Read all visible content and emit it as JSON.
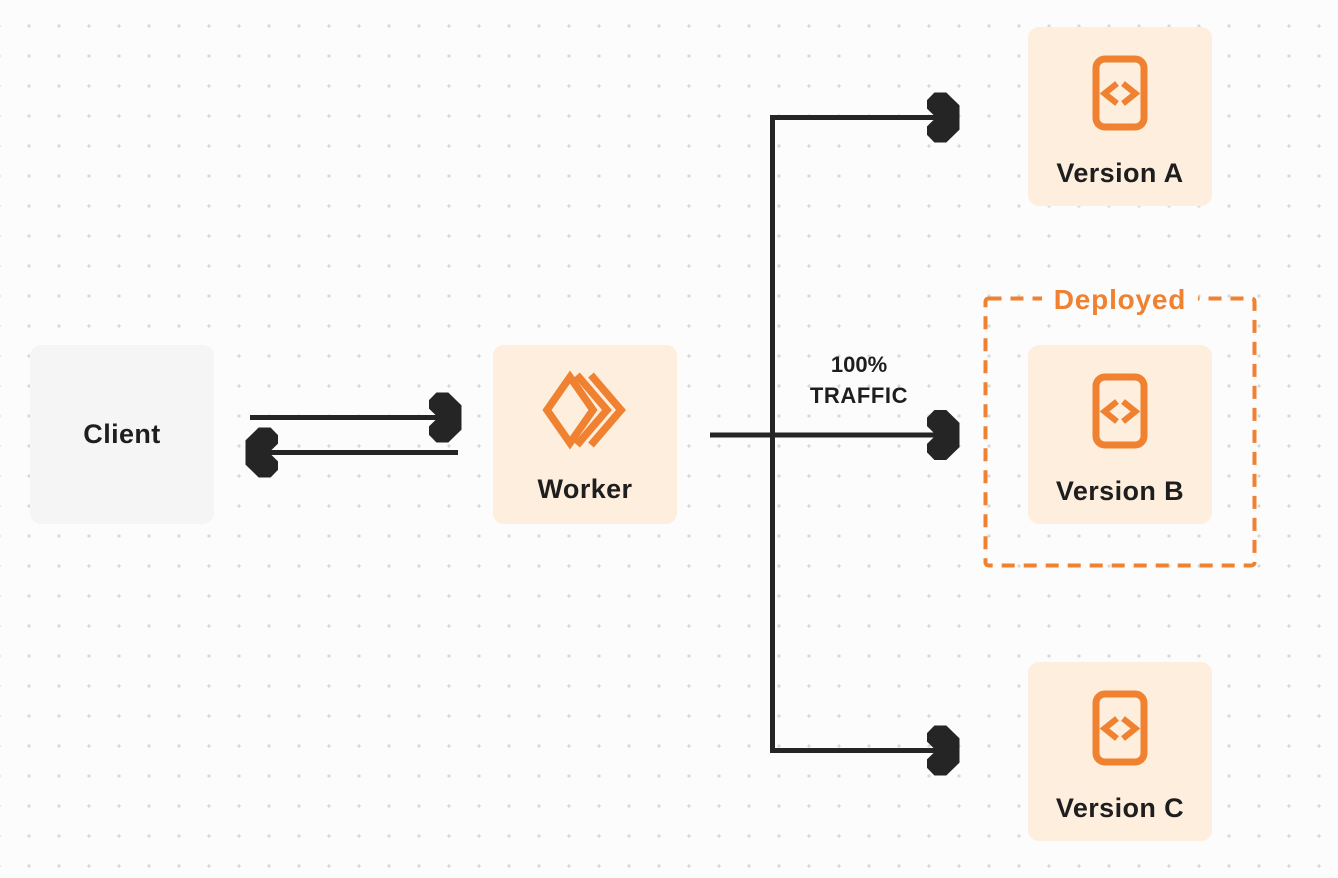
{
  "nodes": {
    "client": {
      "label": "Client"
    },
    "worker": {
      "label": "Worker"
    },
    "version_a": {
      "label": "Version A"
    },
    "version_b": {
      "label": "Version B"
    },
    "version_c": {
      "label": "Version C"
    }
  },
  "annotations": {
    "deployed_label": "Deployed",
    "traffic_line1": "100%",
    "traffic_line2": "TRAFFIC"
  },
  "icons": {
    "worker": "cloudflare-workers-logo-icon",
    "version": "code-document-icon"
  },
  "edges": [
    {
      "from": "client",
      "to": "worker",
      "style": "arrow-right"
    },
    {
      "from": "worker",
      "to": "client",
      "style": "arrow-left"
    },
    {
      "from": "worker",
      "to": "version_a",
      "style": "arrow-branch"
    },
    {
      "from": "worker",
      "to": "version_b",
      "style": "arrow-straight",
      "label": "100% TRAFFIC"
    },
    {
      "from": "worker",
      "to": "version_c",
      "style": "arrow-branch"
    },
    {
      "group": "deployed",
      "contains": [
        "version_b"
      ],
      "style": "dashed-outline"
    }
  ],
  "colors": {
    "accent_orange": "#EF8130",
    "peach_bg": "#FDEEDE",
    "client_bg": "#F5F5F6",
    "line_dark": "#252525",
    "text_dark": "#1E1E1E",
    "page_bg": "#FCFCFC",
    "dot": "#D9D9D9"
  }
}
